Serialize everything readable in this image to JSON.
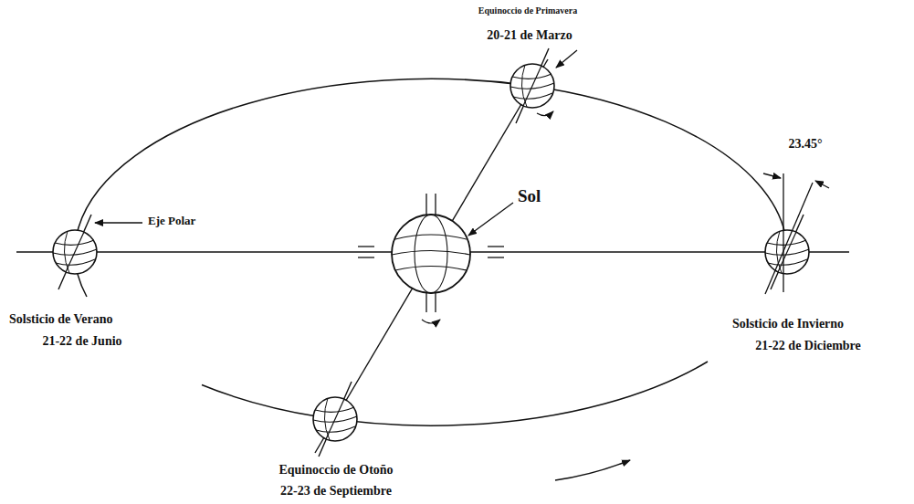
{
  "diagram": {
    "labels": [
      "Equinoccio de Primavera",
      "20-21 de Marzo",
      "Sol",
      "Eje Polar",
      "23.45°",
      "Solsticio de Verano",
      "21-22 de Junio",
      "Solsticio de Invierno",
      "21-22 de Diciembre",
      "Equinoccio de Otoño",
      "22-23 de Septiembre"
    ]
  }
}
